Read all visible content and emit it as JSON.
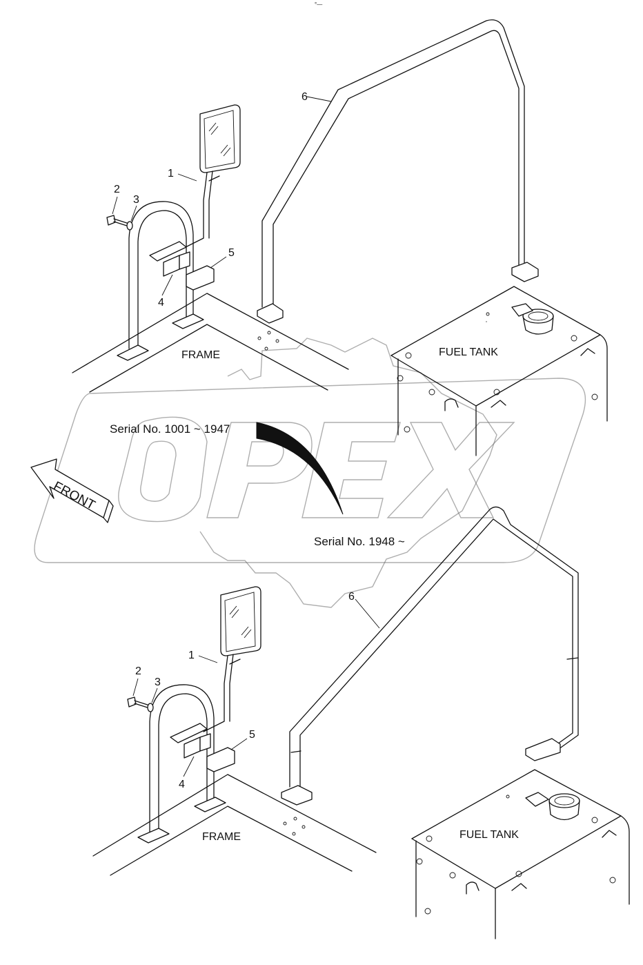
{
  "header_mark": "°—",
  "watermark": "OPEX",
  "serial_top": "Serial No. 1001 ~ 1947",
  "serial_bottom": "Serial No. 1948 ~",
  "front_arrow": "FRONT",
  "top_view": {
    "frame_label": "FRAME",
    "tank_label": "FUEL TANK",
    "callouts": [
      "1",
      "2",
      "3",
      "4",
      "5",
      "6"
    ]
  },
  "bottom_view": {
    "frame_label": "FRAME",
    "tank_label": "FUEL TANK",
    "callouts": [
      "1",
      "2",
      "3",
      "4",
      "5",
      "6"
    ]
  },
  "colors": {
    "line": "#111111",
    "watermark": "#6b6b6b",
    "background": "#ffffff"
  }
}
